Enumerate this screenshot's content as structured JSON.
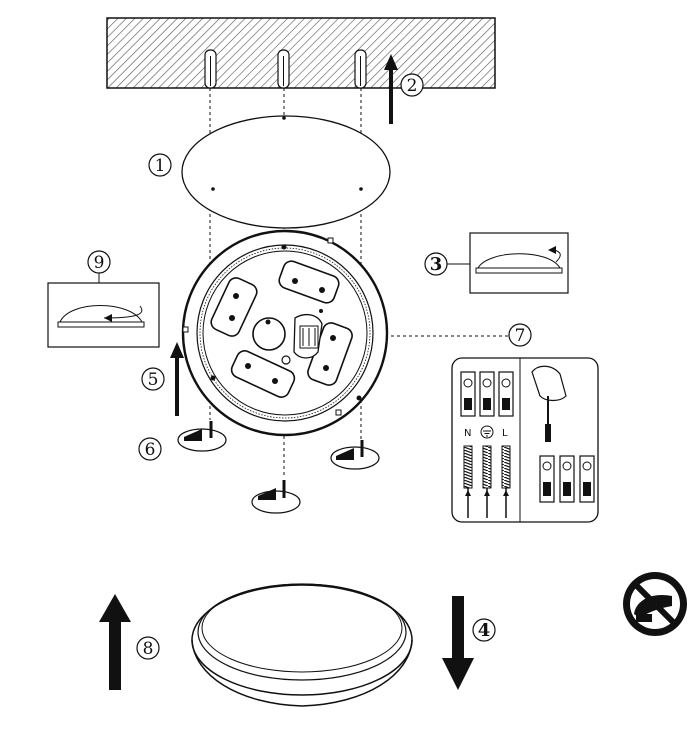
{
  "steps": {
    "s1": "1",
    "s2": "2",
    "s3": "3",
    "s4": "4",
    "s5": "5",
    "s6": "6",
    "s7": "7",
    "s8": "8",
    "s9": "9"
  },
  "wiring": {
    "terminal_n": "N",
    "terminal_l": "L"
  },
  "warning_icon": "no-dimmer-icon",
  "colors": {
    "line": "#111111",
    "hatch": "#555555",
    "background": "#ffffff"
  }
}
